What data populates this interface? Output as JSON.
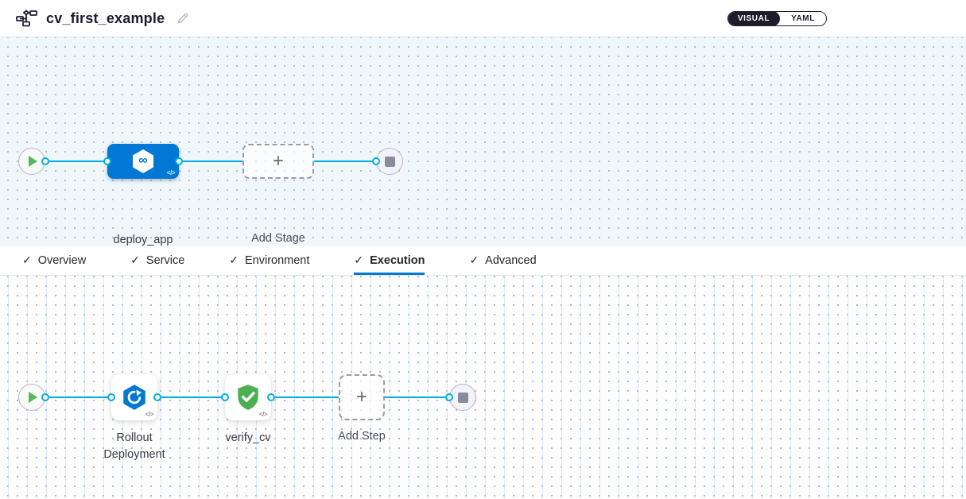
{
  "header": {
    "title": "cv_first_example",
    "view_toggle": {
      "visual_label": "VISUAL",
      "yaml_label": "YAML",
      "selected": "VISUAL"
    }
  },
  "icons": {
    "check": "✓",
    "plus": "+",
    "infinity": "∞",
    "code": "</>"
  },
  "stage_pipeline": {
    "stage_label": "deploy_app",
    "add_stage_label": "Add Stage"
  },
  "tabs": [
    {
      "label": "Overview",
      "checked": true,
      "active": false
    },
    {
      "label": "Service",
      "checked": true,
      "active": false
    },
    {
      "label": "Environment",
      "checked": true,
      "active": false
    },
    {
      "label": "Execution",
      "checked": true,
      "active": true
    },
    {
      "label": "Advanced",
      "checked": true,
      "active": false
    }
  ],
  "execution_pipeline": {
    "step1_label": "Rollout Deployment",
    "step2_label": "verify_cv",
    "add_step_label": "Add Step"
  },
  "colors": {
    "accent_blue": "#0278d5",
    "edge_blue": "#00ade4",
    "toggle_dark": "#1d1d2c",
    "verify_green": "#4caf50",
    "play_green": "#57b85a",
    "canvas_tint": "#eff7fb"
  }
}
